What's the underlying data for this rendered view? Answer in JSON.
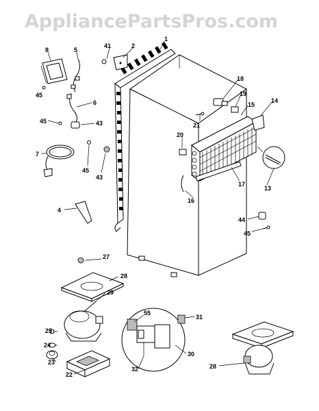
{
  "watermark": "AppliancePartsPros.com",
  "parts": [
    {
      "id": "p1",
      "label": "1"
    },
    {
      "id": "p2",
      "label": "2"
    },
    {
      "id": "p4",
      "label": "4"
    },
    {
      "id": "p5",
      "label": "5"
    },
    {
      "id": "p6",
      "label": "6"
    },
    {
      "id": "p7",
      "label": "7"
    },
    {
      "id": "p8",
      "label": "8"
    },
    {
      "id": "p13",
      "label": "13"
    },
    {
      "id": "p14",
      "label": "14"
    },
    {
      "id": "p15",
      "label": "15"
    },
    {
      "id": "p16",
      "label": "16"
    },
    {
      "id": "p17",
      "label": "17"
    },
    {
      "id": "p18",
      "label": "18"
    },
    {
      "id": "p19",
      "label": "19"
    },
    {
      "id": "p20",
      "label": "20"
    },
    {
      "id": "p21",
      "label": "21"
    },
    {
      "id": "p22",
      "label": "22"
    },
    {
      "id": "p23",
      "label": "23"
    },
    {
      "id": "p24",
      "label": "24"
    },
    {
      "id": "p25",
      "label": "25"
    },
    {
      "id": "p27",
      "label": "27"
    },
    {
      "id": "p28a",
      "label": "28"
    },
    {
      "id": "p28b",
      "label": "28"
    },
    {
      "id": "p29",
      "label": "29"
    },
    {
      "id": "p30",
      "label": "30"
    },
    {
      "id": "p31",
      "label": "31"
    },
    {
      "id": "p32",
      "label": "32"
    },
    {
      "id": "p41",
      "label": "41"
    },
    {
      "id": "p43a",
      "label": "43"
    },
    {
      "id": "p43b",
      "label": "43"
    },
    {
      "id": "p44",
      "label": "44"
    },
    {
      "id": "p45a",
      "label": "45"
    },
    {
      "id": "p45b",
      "label": "45"
    },
    {
      "id": "p45c",
      "label": "45"
    },
    {
      "id": "p45d",
      "label": "45"
    },
    {
      "id": "p55",
      "label": "55"
    }
  ]
}
